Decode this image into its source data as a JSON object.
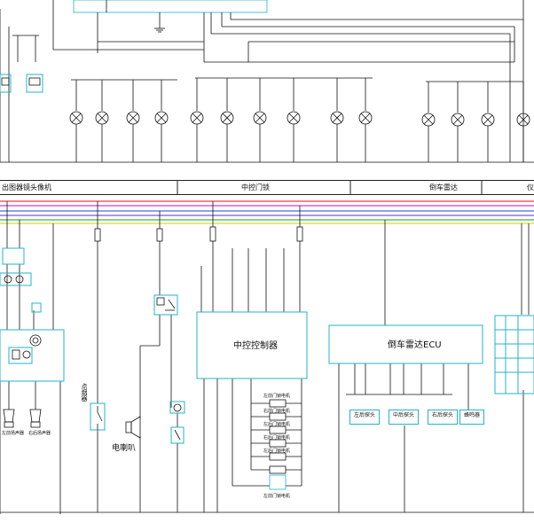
{
  "sections": {
    "left": "出图器镜头像机",
    "middle": "中控门锁",
    "right": "倒车雷达",
    "edge": "仪"
  },
  "central_lock": {
    "title": "中控控制器",
    "motors": [
      "左前门锁电机",
      "右前门锁电机",
      "左后门锁电机",
      "右后门锁电机",
      "左后门锁电机",
      "左前门锁电机"
    ]
  },
  "radar": {
    "title": "倒车雷达ECU",
    "sensors": [
      "左后探头",
      "中后探头",
      "右后探头",
      "蜂鸣器"
    ]
  },
  "labels": {
    "horn": "电喇叭",
    "cigar": "点烟器",
    "left_speaker": "左前扬声器",
    "right_speaker": "右后扬声器"
  },
  "colors": {
    "component": "#22b5c9",
    "wire": "#111111",
    "bus_red": "#e8413a",
    "bus_magenta": "#d23fbf",
    "bus_blue": "#3d6fe0",
    "bus_purple": "#8a4fd6",
    "bus_green": "#3fb34a",
    "bus_yellow": "#e6d23a"
  }
}
